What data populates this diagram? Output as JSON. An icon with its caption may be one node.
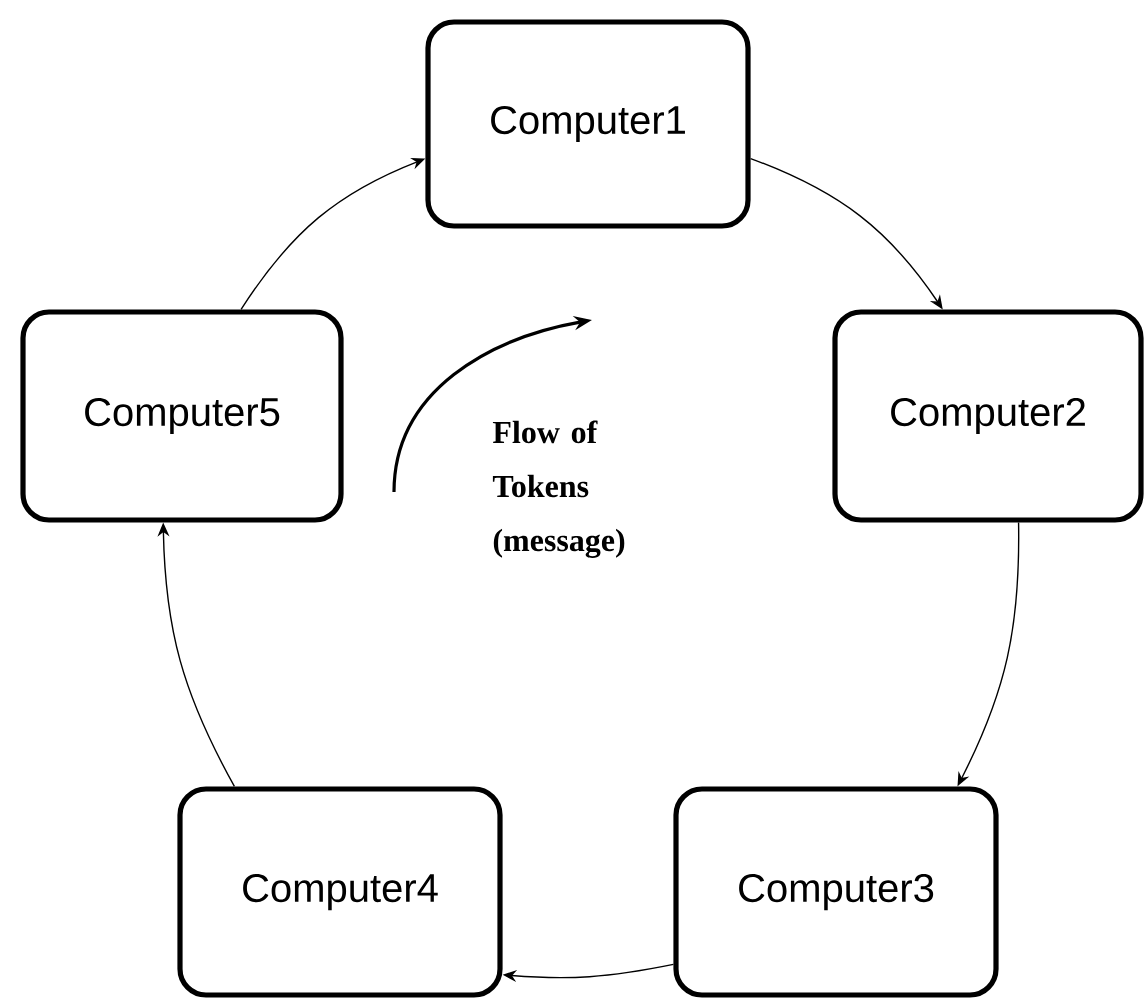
{
  "diagram": {
    "nodes": [
      {
        "text": [
          "Computer1"
        ]
      },
      {
        "text": [
          "Computer2"
        ]
      },
      {
        "text": [
          "Computer3"
        ]
      },
      {
        "text": [
          "Computer4"
        ]
      },
      {
        "text": [
          "Computer5"
        ]
      }
    ],
    "edges": [
      {
        "from": 0,
        "to": 1,
        "arrow": "to"
      },
      {
        "from": 1,
        "to": 2,
        "arrow": "to"
      },
      {
        "from": 2,
        "to": 3,
        "arrow": "to"
      },
      {
        "from": 3,
        "to": 4,
        "arrow": "to"
      },
      {
        "from": 4,
        "to": 0,
        "arrow": "to"
      }
    ],
    "labels": [
      "Flow of Tokens (message)"
    ]
  }
}
